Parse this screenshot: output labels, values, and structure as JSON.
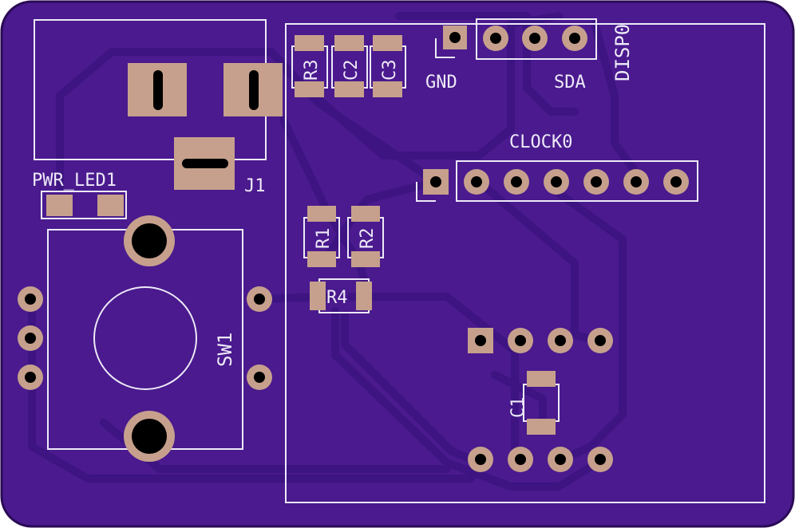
{
  "colors": {
    "board": "#4a1a8e",
    "board_edge": "#2a0a55",
    "copper_pour": "#3a127a",
    "trace": "#3c1480",
    "trace_edge": "#2b0c60",
    "pad": "#c6a08c",
    "drill": "#000000",
    "silk": "#eeeaf8"
  },
  "labels": {
    "r3": "R3",
    "c2": "C2",
    "c3": "C3",
    "gnd": "GND",
    "sda": "SDA",
    "disp0": "DISP0",
    "clock0": "CLOCK0",
    "j1": "J1",
    "pwr_led1": "PWR_LED1",
    "r1": "R1",
    "r2": "R2",
    "r4": "R4",
    "sw1": "SW1",
    "c1": "C1"
  }
}
